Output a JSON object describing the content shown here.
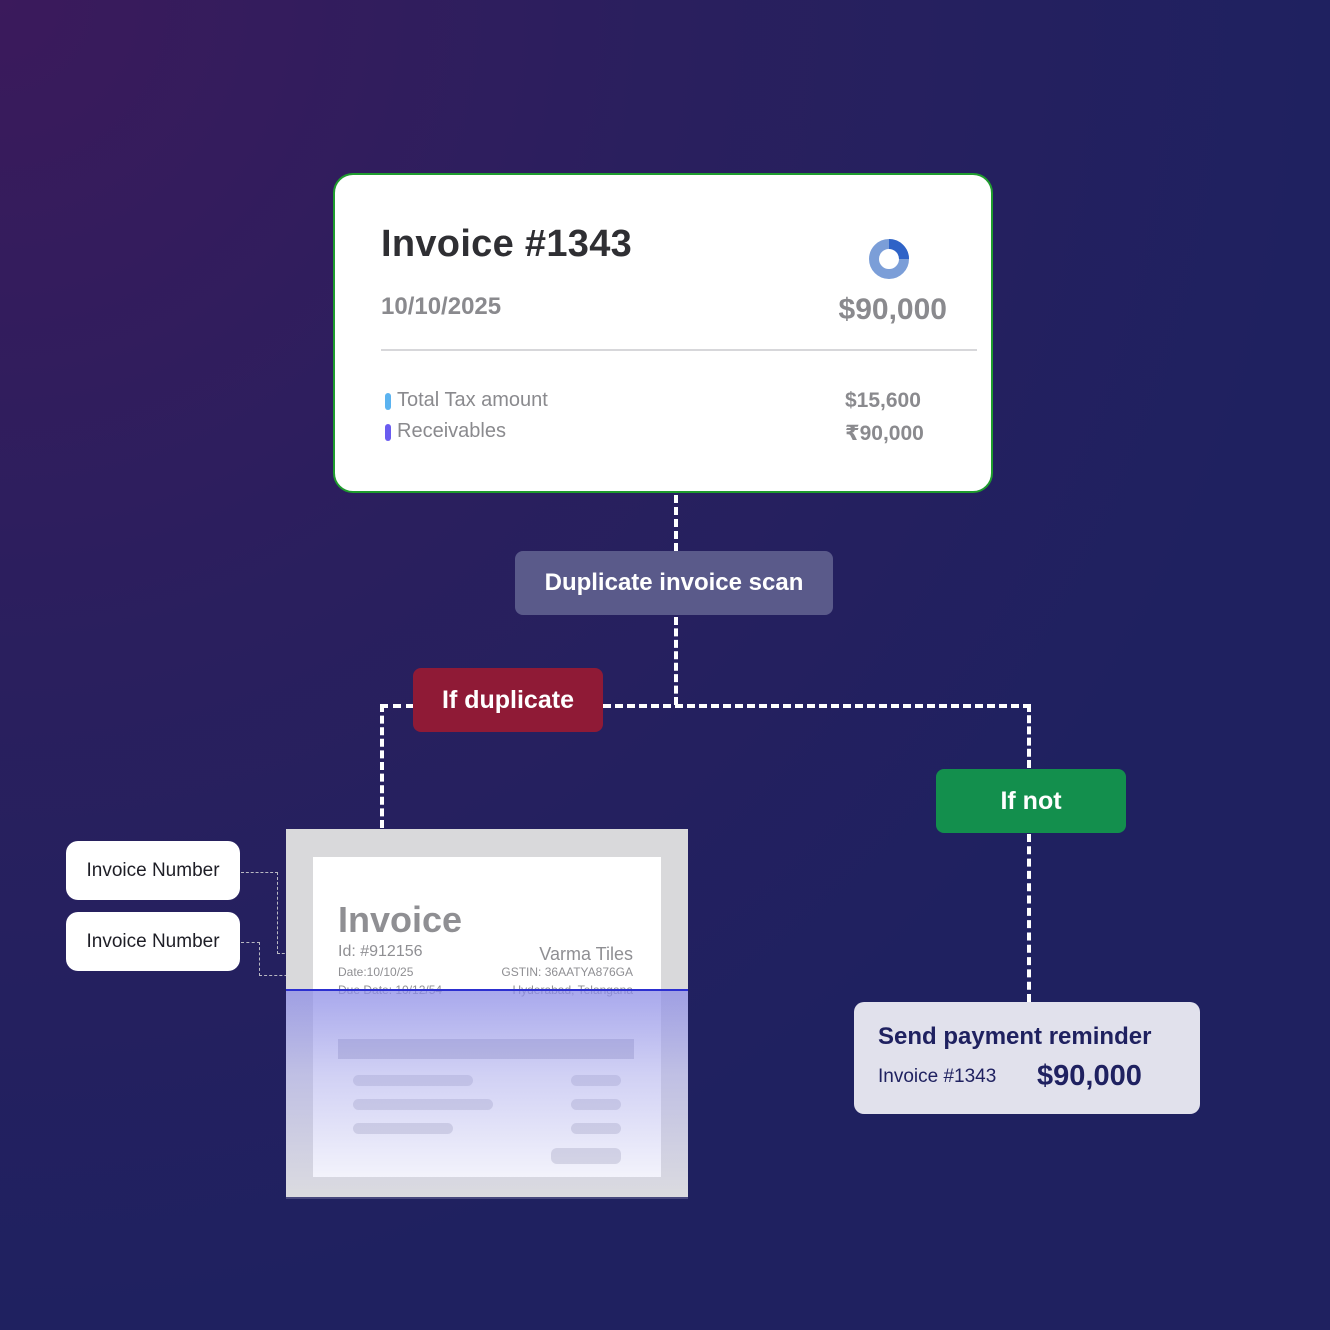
{
  "invoice_card": {
    "title": "Invoice #1343",
    "date": "10/10/2025",
    "amount": "$90,000",
    "rows": [
      {
        "label": "Total Tax amount",
        "value": "$15,600",
        "color": "#5bb3f0"
      },
      {
        "label": "Receivables",
        "value": "₹90,000",
        "color": "#6a5cf0"
      }
    ],
    "donut_icon": "donut-chart-icon",
    "border_color": "#1f9c2e"
  },
  "flow": {
    "scan_label": "Duplicate invoice scan",
    "duplicate_label": "If duplicate",
    "not_label": "If not",
    "scan_color": "#5a5a8a",
    "duplicate_color": "#8f1a36",
    "not_color": "#138f4d"
  },
  "tags": [
    {
      "label": "Invoice Number"
    },
    {
      "label": "Invoice Number"
    }
  ],
  "document": {
    "title": "Invoice",
    "id": "Id: #912156",
    "date": "Date:10/10/25",
    "due_date": "Due Date: 10/12/54",
    "company": "Varma Tiles",
    "gstin": "GSTIN: 36AATYA876GA",
    "location": "Hyderabad, Telangana"
  },
  "reminder": {
    "title": "Send payment reminder",
    "invoice": "Invoice #1343",
    "amount": "$90,000"
  }
}
